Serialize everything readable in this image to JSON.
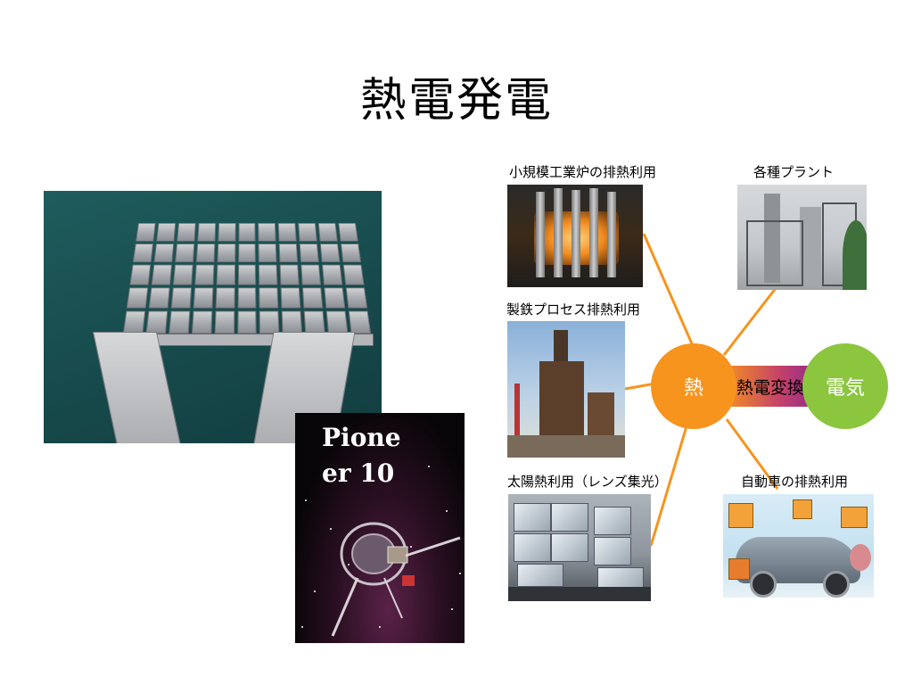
{
  "slide": {
    "title": "熱電発電",
    "labels": {
      "industrial": "小規模工業炉の排熱利用",
      "plants": "各種プラント",
      "steel": "製鉄プロセス排熱利用",
      "solar": "太陽熱利用（レンズ集光）",
      "automobile": "自動車の排熱利用"
    },
    "diagram": {
      "heat": "熱",
      "conversion": "熱電変換",
      "electricity": "電気"
    },
    "pioneer_caption_line1": "Pione",
    "pioneer_caption_line2": "er 10"
  },
  "colors": {
    "heat": "#f7941d",
    "electricity": "#8cc63f",
    "conversion_start": "#f7941d",
    "conversion_end": "#92278f",
    "connector": "#f7941d"
  }
}
